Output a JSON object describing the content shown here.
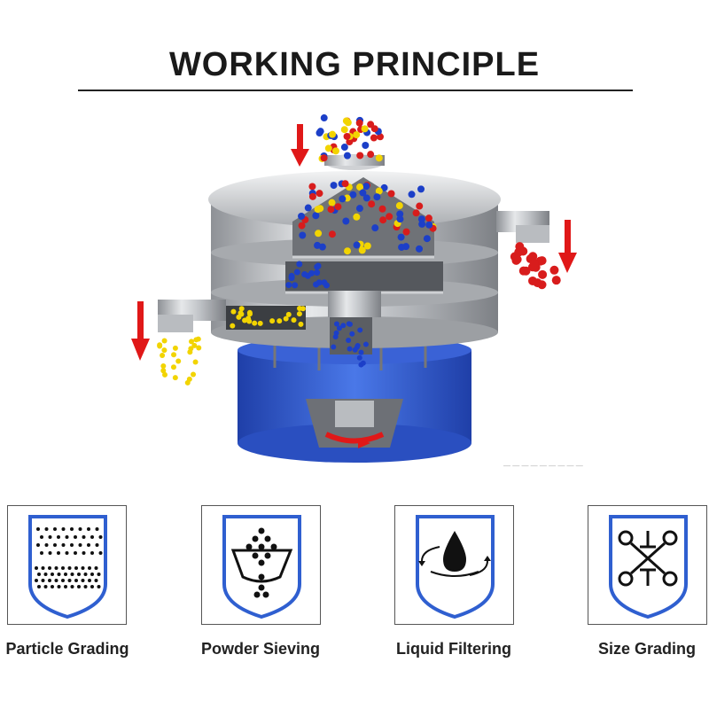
{
  "title": "WORKING PRINCIPLE",
  "features": [
    {
      "label": "Particle Grading",
      "icon": "particle-grading-icon"
    },
    {
      "label": "Powder Sieving",
      "icon": "powder-sieving-icon"
    },
    {
      "label": "Liquid Filtering",
      "icon": "liquid-filtering-icon"
    },
    {
      "label": "Size Grading",
      "icon": "size-grading-icon"
    }
  ],
  "colors": {
    "accent_blue": "#2f5fd0",
    "arrow_red": "#e01818",
    "particle_red": "#d81c1c",
    "particle_blue": "#1c3fc8",
    "particle_yellow": "#f2d400",
    "steel": "#b9bcc0"
  }
}
